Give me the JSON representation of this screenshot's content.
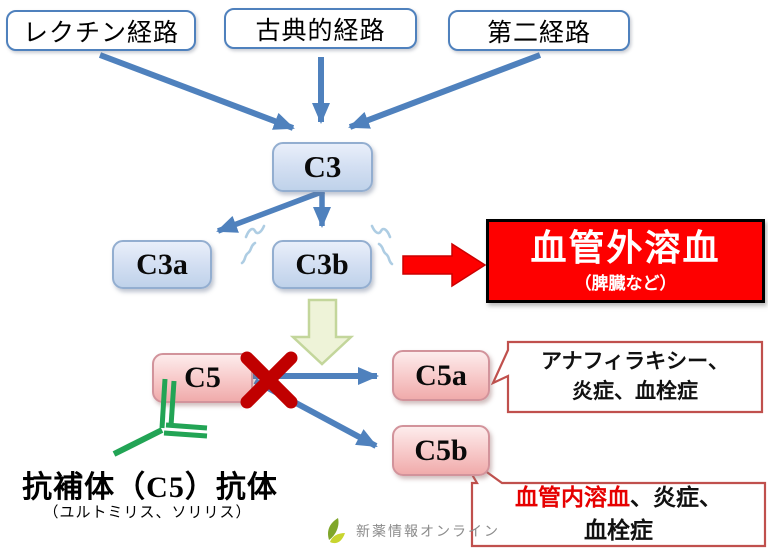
{
  "pathways": {
    "lectin": "レクチン経路",
    "classical": "古典的経路",
    "alternative": "第二経路"
  },
  "nodes": {
    "c3": "C3",
    "c3a": "C3a",
    "c3b": "C3b",
    "c5": "C5",
    "c5a": "C5a",
    "c5b": "C5b"
  },
  "outcome_box": {
    "title": "血管外溶血",
    "subtitle": "（脾臓など）"
  },
  "callout_c5a": {
    "line1": "アナフィラキシー、",
    "line2": "炎症、血栓症"
  },
  "callout_c5b": {
    "highlight": "血管内溶血",
    "rest": "、炎症、",
    "line2": "血栓症"
  },
  "antibody": {
    "label": "抗補体（C5）抗体",
    "sublabel": "（ユルトミリス、ソリリス）"
  },
  "logo": {
    "text": "新薬情報オンライン"
  },
  "icons": {
    "blocked": "x-cross-icon",
    "antibody": "antibody-y-icon",
    "leaf": "leaf-logo-icon"
  },
  "colors": {
    "arrow_blue": "#4f81bd",
    "node_blue_border": "#93aed0",
    "pink_border": "#d2939b",
    "red": "#fe0000",
    "dark_red": "#c00000",
    "antibody_green": "#22a455",
    "callout_border": "#c0504d",
    "pale_green_fill": "#eef3d8",
    "pale_green_border": "#c3d69b",
    "squiggle_blue": "#aecde3",
    "logo_green": "#7fa62a",
    "logo_yellow_green": "#c8d52f",
    "logo_text_gray": "#8b8b8b"
  }
}
